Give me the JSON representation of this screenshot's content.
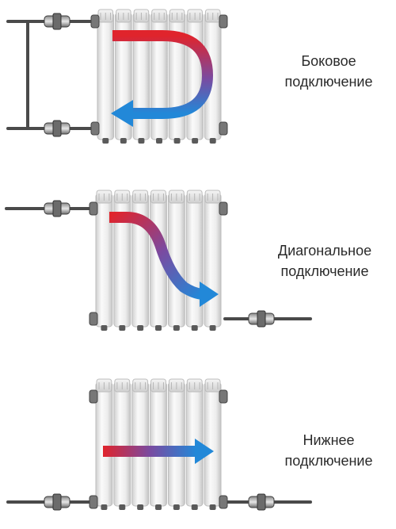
{
  "panels": [
    {
      "line1": "Боковое",
      "line2": "подключение"
    },
    {
      "line1": "Диагональное",
      "line2": "подключение"
    },
    {
      "line1": "Нижнее",
      "line2": "подключение"
    }
  ],
  "colors": {
    "supply_hot": "#e0242c",
    "return_cold": "#2288d8",
    "pipe": "#4a4a4a",
    "radiator_fill": "#e9e9e9",
    "radiator_stroke": "#bdbdbd",
    "text": "#2a2a2a"
  }
}
